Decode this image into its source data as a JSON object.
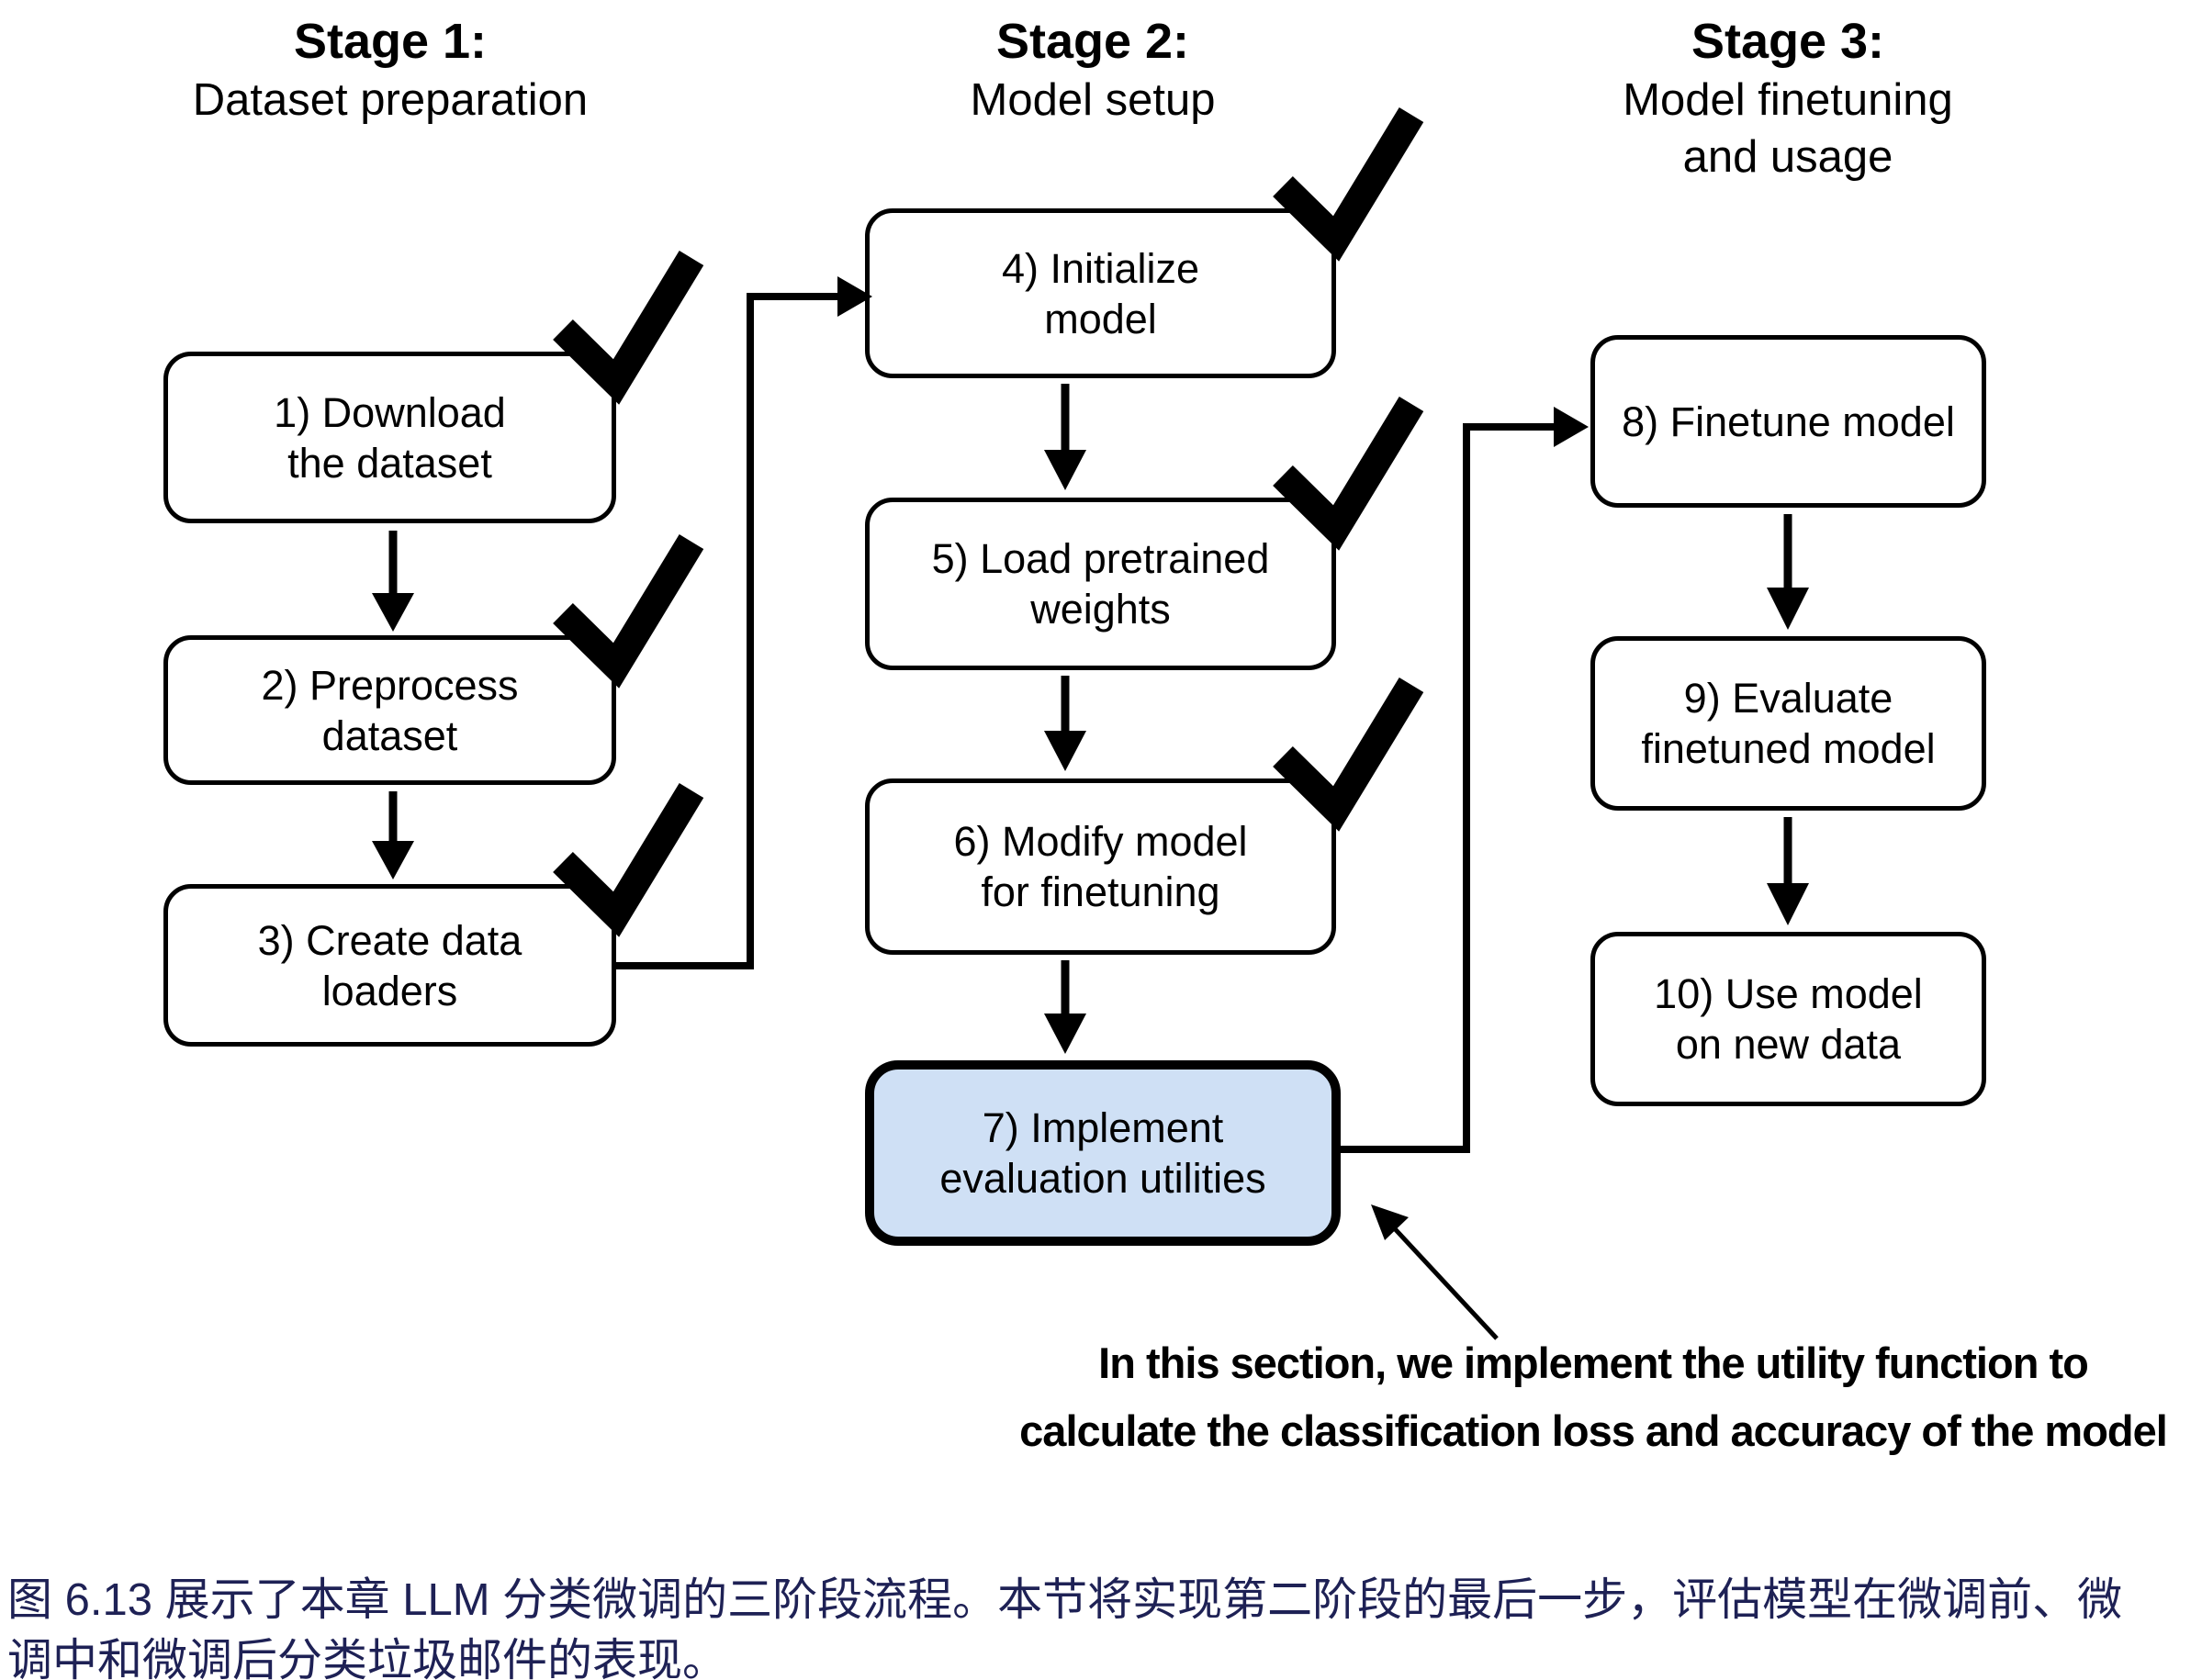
{
  "figure": {
    "stages": [
      {
        "title": "Stage 1:",
        "subtitle": "Dataset preparation"
      },
      {
        "title": "Stage 2:",
        "subtitle": "Model setup"
      },
      {
        "title": "Stage 3:",
        "subtitle": "Model finetuning and usage"
      }
    ],
    "boxes": [
      {
        "id": 1,
        "line1": "1) Download",
        "line2": "the dataset",
        "checked": true,
        "highlighted": false
      },
      {
        "id": 2,
        "line1": "2) Preprocess",
        "line2": "dataset",
        "checked": true,
        "highlighted": false
      },
      {
        "id": 3,
        "line1": "3) Create data",
        "line2": "loaders",
        "checked": true,
        "highlighted": false
      },
      {
        "id": 4,
        "line1": "4) Initialize",
        "line2": "model",
        "checked": true,
        "highlighted": false
      },
      {
        "id": 5,
        "line1": "5) Load pretrained",
        "line2": "weights",
        "checked": true,
        "highlighted": false
      },
      {
        "id": 6,
        "line1": "6) Modify model",
        "line2": "for finetuning",
        "checked": true,
        "highlighted": false
      },
      {
        "id": 7,
        "line1": "7) Implement",
        "line2": "evaluation utilities",
        "checked": false,
        "highlighted": true
      },
      {
        "id": 8,
        "line1": "8) Finetune model",
        "line2": "",
        "checked": false,
        "highlighted": false
      },
      {
        "id": 9,
        "line1": "9) Evaluate",
        "line2": "finetuned model",
        "checked": false,
        "highlighted": false
      },
      {
        "id": 10,
        "line1": "10) Use model",
        "line2": "on new data",
        "checked": false,
        "highlighted": false
      }
    ],
    "annotation": {
      "line1": "In this section, we implement the utility function to",
      "line2": "calculate the classification loss and accuracy of the model"
    },
    "caption": {
      "line1": "图 6.13 展示了本章 LLM 分类微调的三阶段流程。本节将实现第二阶段的最后一步，评估模型在微调前、微",
      "line2": "调中和微调后分类垃圾邮件的表现。"
    }
  },
  "colors": {
    "line": "#000000",
    "highlight_fill": "#cfe0f5",
    "caption_text": "#1e2155",
    "background": "#ffffff"
  }
}
